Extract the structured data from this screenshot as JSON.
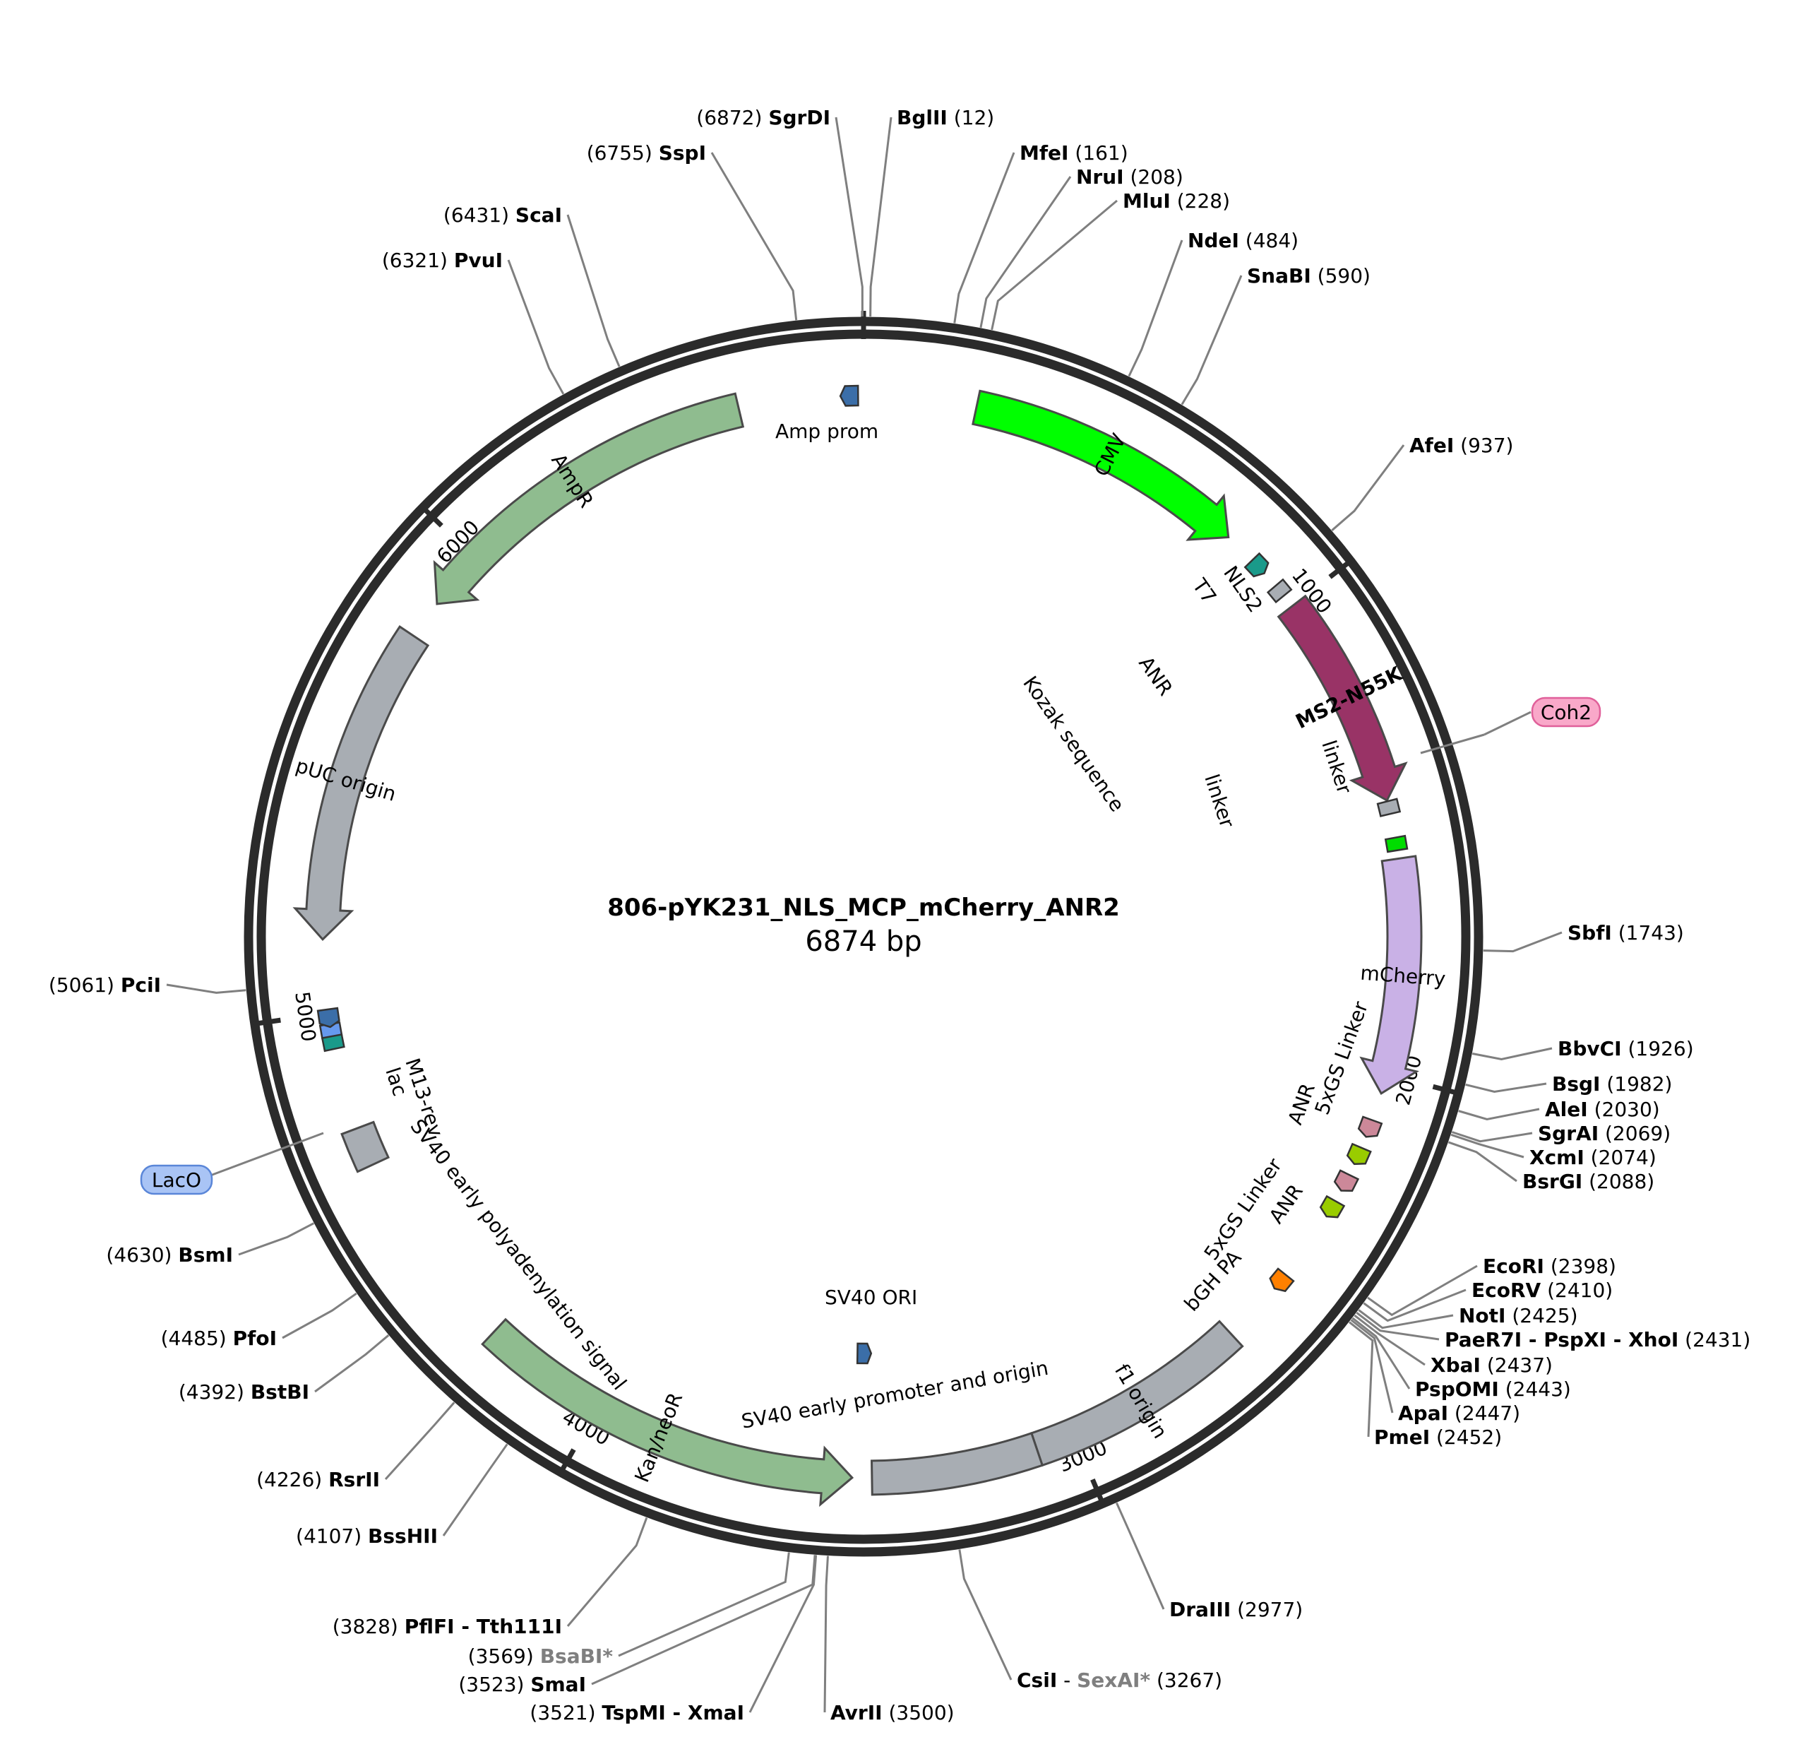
{
  "title": "806-pYK231_NLS_MCP_mCherry_ANR2",
  "length_label": "6874 bp",
  "total_bp": 6874,
  "ticks": [
    {
      "bp": 1000,
      "label": "1000"
    },
    {
      "bp": 2000,
      "label": "2000"
    },
    {
      "bp": 3000,
      "label": "3000"
    },
    {
      "bp": 4000,
      "label": "4000"
    },
    {
      "bp": 5000,
      "label": "5000"
    },
    {
      "bp": 6000,
      "label": "6000"
    }
  ],
  "features": [
    {
      "name": "CMV",
      "start": 230,
      "end": 810,
      "dir": 1,
      "color": "#00ff00",
      "text_color": "#000000",
      "label_inside": true
    },
    {
      "name": "MS2-N55K",
      "start": 1000,
      "end": 1440,
      "dir": 1,
      "color": "#993366",
      "text_color": "#ffffff",
      "label_inside": true
    },
    {
      "name": "mCherry",
      "start": 1560,
      "end": 2040,
      "dir": 1,
      "color": "#c9b1e6",
      "text_color": "#000000",
      "label_inside": true
    },
    {
      "name": "f1 origin",
      "start": 2620,
      "end": 3080,
      "dir": 0,
      "color": "#a8adb3",
      "text_color": "#000000",
      "label_inside": true
    },
    {
      "name": "",
      "start": 3080,
      "end": 3420,
      "dir": 0,
      "color": "#a8adb3",
      "text_color": "#000000",
      "label_inside": false
    },
    {
      "name": "Kan/neoR",
      "start": 3460,
      "end": 4260,
      "dir": -1,
      "color": "#8fbc8f",
      "text_color": "#000000",
      "label_inside": true
    },
    {
      "name": "",
      "start": 4680,
      "end": 4760,
      "dir": 0,
      "color": "#a8adb3",
      "text_color": "#000000",
      "label_inside": false
    },
    {
      "name": "pUC origin",
      "start": 5150,
      "end": 5800,
      "dir": -1,
      "color": "#a8adb3",
      "text_color": "#000000",
      "label_inside": true
    },
    {
      "name": "AmpR",
      "start": 5880,
      "end": 6620,
      "dir": -1,
      "color": "#8fbc8f",
      "text_color": "#000000",
      "label_inside": true
    }
  ],
  "small_features": [
    {
      "name": "Amp prom",
      "bp": 6850,
      "dir": -1,
      "color": "#3b6ea8"
    },
    {
      "name": "T7",
      "bp": 890,
      "dir": 1,
      "color": "#1a9a8a"
    },
    {
      "name": "NLS2",
      "bp": 960,
      "dir": 0,
      "color": "#a8adb3"
    },
    {
      "name": "linker",
      "bp": 1455,
      "dir": 0,
      "color": "#a8adb3"
    },
    {
      "name": "linker",
      "bp": 1530,
      "dir": 0,
      "color": "#00dd00"
    },
    {
      "name": "5xGS Linker",
      "bp": 2110,
      "dir": 1,
      "color": "#cc8899"
    },
    {
      "name": "ANR",
      "bp": 2170,
      "dir": 1,
      "color": "#99cc00"
    },
    {
      "name": "5xGS Linker",
      "bp": 2230,
      "dir": 1,
      "color": "#cc8899"
    },
    {
      "name": "ANR",
      "bp": 2290,
      "dir": 1,
      "color": "#99cc00"
    },
    {
      "name": "bGH PA",
      "bp": 2470,
      "dir": 1,
      "color": "#ff8000"
    },
    {
      "name": "SV40 ORI",
      "bp": 3440,
      "dir": -1,
      "color": "#3b6ea8"
    },
    {
      "name": "lac",
      "bp": 4965,
      "dir": -1,
      "color": "#6699ee"
    },
    {
      "name": "M13-rev",
      "bp": 4995,
      "dir": -1,
      "color": "#3b6ea8"
    },
    {
      "name": "LacO",
      "bp": 4940,
      "dir": 0,
      "color": "#1a9a8a"
    }
  ],
  "inner_labels": [
    {
      "text": "Amp prom"
    },
    {
      "text": "T7"
    },
    {
      "text": "NLS2"
    },
    {
      "text": "ANR"
    },
    {
      "text": "Kozak sequence"
    },
    {
      "text": "linker"
    },
    {
      "text": "linker"
    },
    {
      "text": "5xGS Linker"
    },
    {
      "text": "ANR"
    },
    {
      "text": "5xGS Linker"
    },
    {
      "text": "ANR"
    },
    {
      "text": "bGH PA"
    },
    {
      "text": "SV40 ORI"
    },
    {
      "text": "SV40 early promoter and origin"
    },
    {
      "text": "SV40 early polyadenylation signal"
    },
    {
      "text": "lac"
    },
    {
      "text": "M13-rev"
    }
  ],
  "sites": [
    {
      "bp": 6872,
      "name": "SgrDI",
      "pos": "(6872)",
      "order": "pos-first"
    },
    {
      "bp": 12,
      "name": "BglII",
      "pos": "(12)",
      "order": "name-first"
    },
    {
      "bp": 6755,
      "name": "SspI",
      "pos": "(6755)",
      "order": "pos-first"
    },
    {
      "bp": 161,
      "name": "MfeI",
      "pos": "(161)",
      "order": "name-first"
    },
    {
      "bp": 208,
      "name": "NruI",
      "pos": "(208)",
      "order": "name-first"
    },
    {
      "bp": 228,
      "name": "MluI",
      "pos": "(228)",
      "order": "name-first"
    },
    {
      "bp": 6431,
      "name": "ScaI",
      "pos": "(6431)",
      "order": "pos-first"
    },
    {
      "bp": 484,
      "name": "NdeI",
      "pos": "(484)",
      "order": "name-first"
    },
    {
      "bp": 6321,
      "name": "PvuI",
      "pos": "(6321)",
      "order": "pos-first"
    },
    {
      "bp": 590,
      "name": "SnaBI",
      "pos": "(590)",
      "order": "name-first"
    },
    {
      "bp": 937,
      "name": "AfeI",
      "pos": "(937)",
      "order": "name-first"
    },
    {
      "bp": 1743,
      "name": "SbfI",
      "pos": "(1743)",
      "order": "name-first"
    },
    {
      "bp": 5061,
      "name": "PciI",
      "pos": "(5061)",
      "order": "pos-first"
    },
    {
      "bp": 1926,
      "name": "BbvCI",
      "pos": "(1926)",
      "order": "name-first"
    },
    {
      "bp": 1982,
      "name": "BsgI",
      "pos": "(1982)",
      "order": "name-first"
    },
    {
      "bp": 2030,
      "name": "AleI",
      "pos": "(2030)",
      "order": "name-first"
    },
    {
      "bp": 2069,
      "name": "SgrAI",
      "pos": "(2069)",
      "order": "name-first"
    },
    {
      "bp": 2074,
      "name": "XcmI",
      "pos": "(2074)",
      "order": "name-first"
    },
    {
      "bp": 2088,
      "name": "BsrGI",
      "pos": "(2088)",
      "order": "name-first"
    },
    {
      "bp": 4630,
      "name": "BsmI",
      "pos": "(4630)",
      "order": "pos-first"
    },
    {
      "bp": 2398,
      "name": "EcoRI",
      "pos": "(2398)",
      "order": "name-first"
    },
    {
      "bp": 2410,
      "name": "EcoRV",
      "pos": "(2410)",
      "order": "name-first"
    },
    {
      "bp": 2425,
      "name": "NotI",
      "pos": "(2425)",
      "order": "name-first"
    },
    {
      "bp": 2431,
      "name": "PaeR7I - PspXI - XhoI",
      "pos": "(2431)",
      "order": "name-first"
    },
    {
      "bp": 2437,
      "name": "XbaI",
      "pos": "(2437)",
      "order": "name-first"
    },
    {
      "bp": 4485,
      "name": "PfoI",
      "pos": "(4485)",
      "order": "pos-first"
    },
    {
      "bp": 2443,
      "name": "PspOMI",
      "pos": "(2443)",
      "order": "name-first"
    },
    {
      "bp": 4392,
      "name": "BstBI",
      "pos": "(4392)",
      "order": "pos-first"
    },
    {
      "bp": 2447,
      "name": "ApaI",
      "pos": "(2447)",
      "order": "name-first"
    },
    {
      "bp": 2452,
      "name": "PmeI",
      "pos": "(2452)",
      "order": "name-first"
    },
    {
      "bp": 4226,
      "name": "RsrII",
      "pos": "(4226)",
      "order": "pos-first"
    },
    {
      "bp": 4107,
      "name": "BssHII",
      "pos": "(4107)",
      "order": "pos-first"
    },
    {
      "bp": 2977,
      "name": "DraIII",
      "pos": "(2977)",
      "order": "name-first"
    },
    {
      "bp": 3828,
      "name": "PflFI - Tth111I",
      "pos": "(3828)",
      "order": "pos-first"
    },
    {
      "bp": 3569,
      "name": "BsaBI*",
      "pos": "(3569)",
      "order": "pos-first",
      "dim": true
    },
    {
      "bp": 3267,
      "name": "CsiI",
      "name2": "SexAI*",
      "pos": "(3267)",
      "order": "name-first"
    },
    {
      "bp": 3523,
      "name": "SmaI",
      "pos": "(3523)",
      "order": "pos-first"
    },
    {
      "bp": 3521,
      "name": "TspMI - XmaI",
      "pos": "(3521)",
      "order": "pos-first"
    },
    {
      "bp": 3500,
      "name": "AvrII",
      "pos": "(3500)",
      "order": "name-first"
    }
  ],
  "tags": [
    {
      "text": "Coh2",
      "fill": "#f9a8c9",
      "stroke": "#e0609a"
    },
    {
      "text": "LacO",
      "fill": "#a9c4f5",
      "stroke": "#5a86d8"
    }
  ]
}
